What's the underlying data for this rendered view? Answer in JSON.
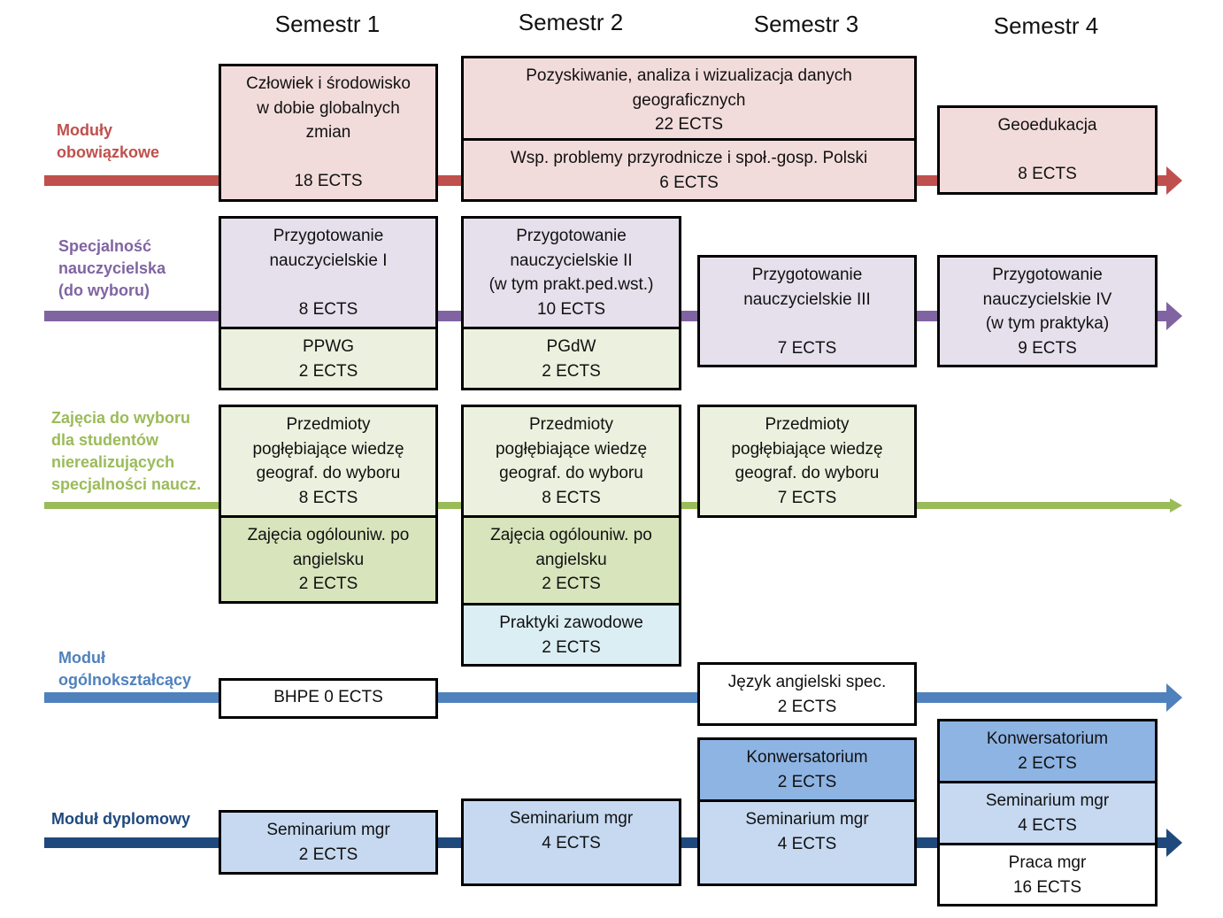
{
  "semesters": [
    "Semestr 1",
    "Semestr 2",
    "Semestr 3",
    "Semestr 4"
  ],
  "rows": {
    "obowiazkowe": {
      "label": "Moduły\nobowiązkowe",
      "color": "#c0504d"
    },
    "nauczycielska": {
      "label": "Specjalność\nnauczycielska\n(do wyboru)",
      "color": "#8064a2"
    },
    "wybor": {
      "label": "Zajęcia do wyboru\ndla studentów\nnierealizujących\nspecjalności naucz.",
      "color": "#9bbb59"
    },
    "ogolno": {
      "label": "Moduł\nogólnokształcący",
      "color": "#4f81bd"
    },
    "dyplomowy": {
      "label": "Moduł dyplomowy",
      "color": "#1f497d"
    }
  },
  "boxes": {
    "czlowiek": "Człowiek i środowisko\nw dobie globalnych\nzmian\n\n18 ECTS",
    "pozyskiwanie": "Pozyskiwanie, analiza i wizualizacja danych\ngeograficznych\n22 ECTS",
    "wsp_problemy": "Wsp. problemy przyrodnicze i społ.-gosp. Polski\n6 ECTS",
    "geoedukacja": "Geoedukacja\n\n8 ECTS",
    "przyg_1": "Przygotowanie\nnauczycielskie I\n\n8 ECTS",
    "ppwg": "PPWG\n2 ECTS",
    "przyg_2": "Przygotowanie\nnauczycielskie II\n(w tym prakt.ped.wst.)\n10 ECTS",
    "pgdw": "PGdW\n2 ECTS",
    "przyg_3": "Przygotowanie\nnauczycielskie III\n\n7 ECTS",
    "przyg_4": "Przygotowanie\nnauczycielskie IV\n(w tym praktyka)\n9 ECTS",
    "przedm_1": "Przedmioty\npogłębiające wiedzę\ngeograf. do wyboru\n8 ECTS",
    "przedm_2": "Przedmioty\npogłębiające wiedzę\ngeograf. do wyboru\n8 ECTS",
    "przedm_3": "Przedmioty\npogłębiające wiedzę\ngeograf. do wyboru\n7 ECTS",
    "zajecia_1": "Zajęcia ogólouniw. po\nangielsku\n2 ECTS",
    "zajecia_2": "Zajęcia ogólouniw. po\nangielsku\n2 ECTS",
    "praktyki": "Praktyki zawodowe\n2 ECTS",
    "bhpe": "BHPE 0 ECTS",
    "jezyk": "Język angielski spec.\n2 ECTS",
    "konw_3": "Konwersatorium\n2 ECTS",
    "konw_4": "Konwersatorium\n2 ECTS",
    "sem_1": "Seminarium mgr\n2 ECTS",
    "sem_2": "Seminarium mgr\n4 ECTS",
    "sem_3": "Seminarium mgr\n4 ECTS",
    "sem_4": "Seminarium mgr\n4 ECTS",
    "praca": "Praca mgr\n16 ECTS"
  }
}
